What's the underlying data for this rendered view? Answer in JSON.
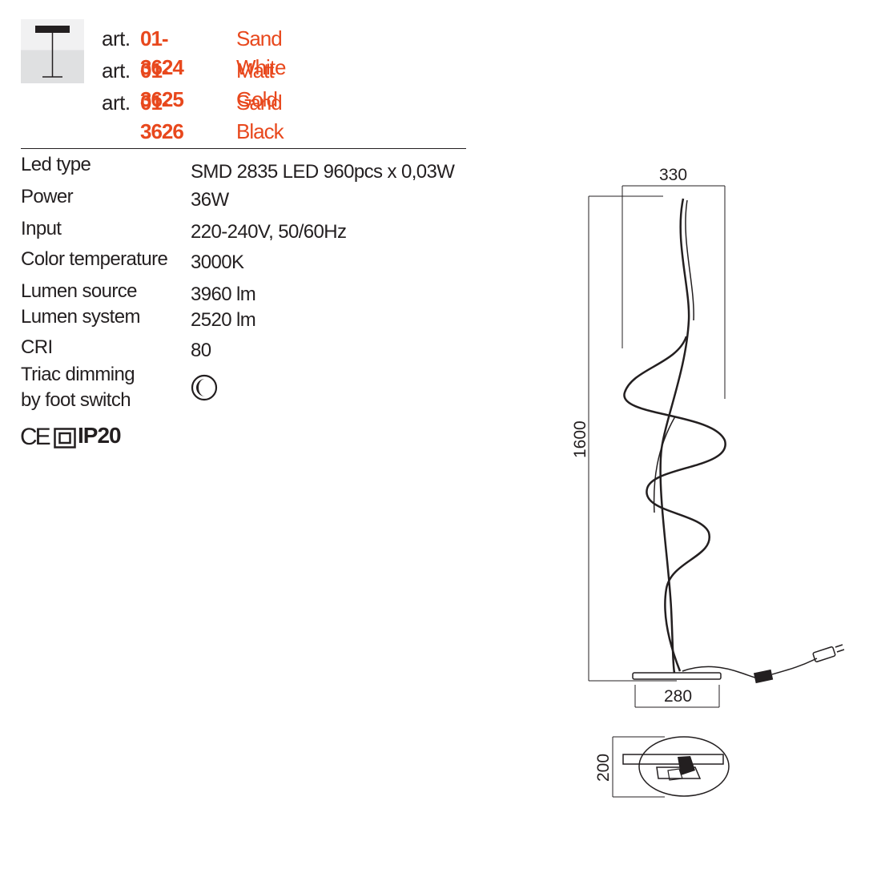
{
  "articles": [
    {
      "prefix": "art.",
      "code": "01-3624",
      "color": "Sand White"
    },
    {
      "prefix": "art.",
      "code": "01-3625",
      "color": "Matt Gold"
    },
    {
      "prefix": "art.",
      "code": "01-3626",
      "color": "Sand Black"
    }
  ],
  "specs": {
    "led_type": {
      "label": "Led type",
      "value": "SMD 2835 LED 960pcs x 0,03W"
    },
    "power": {
      "label": "Power",
      "value": "36W"
    },
    "input": {
      "label": "Input",
      "value": "220-240V, 50/60Hz"
    },
    "color_temperature": {
      "label": "Color temperature",
      "value": "3000K"
    },
    "lumen_source": {
      "label": "Lumen source",
      "value": "3960 lm"
    },
    "lumen_system": {
      "label": "Lumen system",
      "value": "2520 lm"
    },
    "cri": {
      "label": "CRI",
      "value": "80"
    },
    "dimming": {
      "label_line1": "Triac dimming",
      "label_line2": "by foot switch",
      "icon": "dimmer-icon"
    }
  },
  "certifications": {
    "ce": "CE",
    "protection_class": "class-ii-icon",
    "ip": "IP20"
  },
  "dimensions": {
    "top_width": "330",
    "height": "1600",
    "base_width": "280",
    "base_depth": "200"
  },
  "colors": {
    "accent": "#e8481d",
    "text": "#231f20",
    "thumb_light": "#f1f1f2",
    "thumb_dark": "#dfe0e1"
  }
}
